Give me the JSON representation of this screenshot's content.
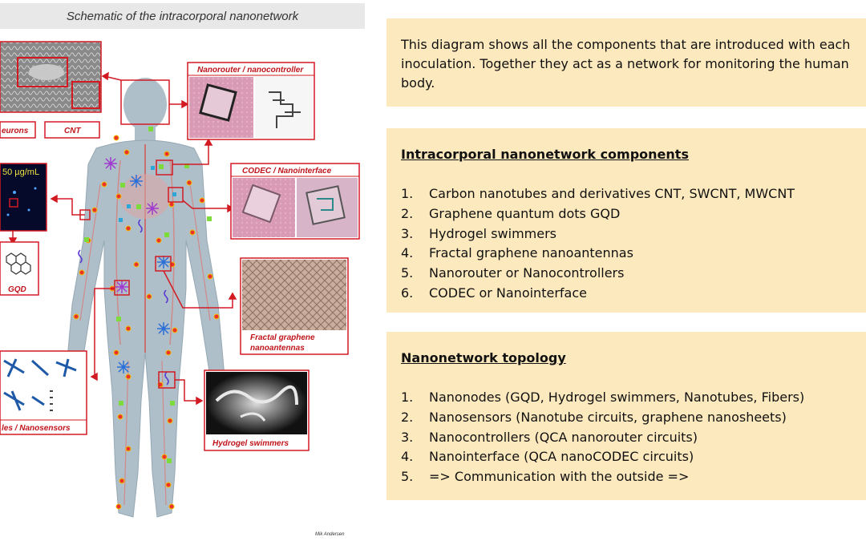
{
  "left_panel": {
    "title": "Schematic of the intracorporal nanonetwork",
    "labels": {
      "neurons": "eurons",
      "cnt": "CNT",
      "nanorouter": "Nanorouter / nanocontroller",
      "codec": "CODEC / Nanointerface",
      "concentration": "50 µg/mL",
      "gqd": "GQD",
      "fractal_line1": "Fractal graphene",
      "fractal_line2": "nanoantennas",
      "hydrogel": "Hydrogel swimmers",
      "nanosensors": "les / Nanosensors"
    },
    "credit": "Mik Andersen"
  },
  "intro_box": {
    "text": "This diagram shows all the components that are introduced with each inoculation. Together they act as a network for monitoring the human body."
  },
  "components_box": {
    "heading": "Intracorporal nanonetwork components",
    "items": [
      {
        "num": "1.",
        "text": "Carbon nanotubes and derivatives CNT, SWCNT, MWCNT"
      },
      {
        "num": "2.",
        "text": "Graphene quantum dots GQD"
      },
      {
        "num": "3.",
        "text": "Hydrogel swimmers"
      },
      {
        "num": "4.",
        "text": "Fractal graphene nanoantennas"
      },
      {
        "num": "5.",
        "text": "Nanorouter or Nanocontrollers"
      },
      {
        "num": "6.",
        "text": "CODEC or Nanointerface"
      }
    ]
  },
  "topology_box": {
    "heading": "Nanonetwork topology",
    "items": [
      {
        "num": "1.",
        "text": "Nanonodes (GQD, Hydrogel swimmers, Nanotubes, Fibers)"
      },
      {
        "num": "2.",
        "text": "Nanosensors (Nanotube circuits, graphene nanosheets)"
      },
      {
        "num": "3.",
        "text": "Nanocontrollers (QCA nanorouter circuits)"
      },
      {
        "num": "4.",
        "text": "Nanointerface (QCA nanoCODEC circuits)"
      },
      {
        "num": "5.",
        "text": "=> Communication with the outside =>"
      }
    ]
  },
  "colors": {
    "box_background": "#fde9be",
    "annotation_red": "#d21a22",
    "title_bar": "#e8e8e8"
  }
}
